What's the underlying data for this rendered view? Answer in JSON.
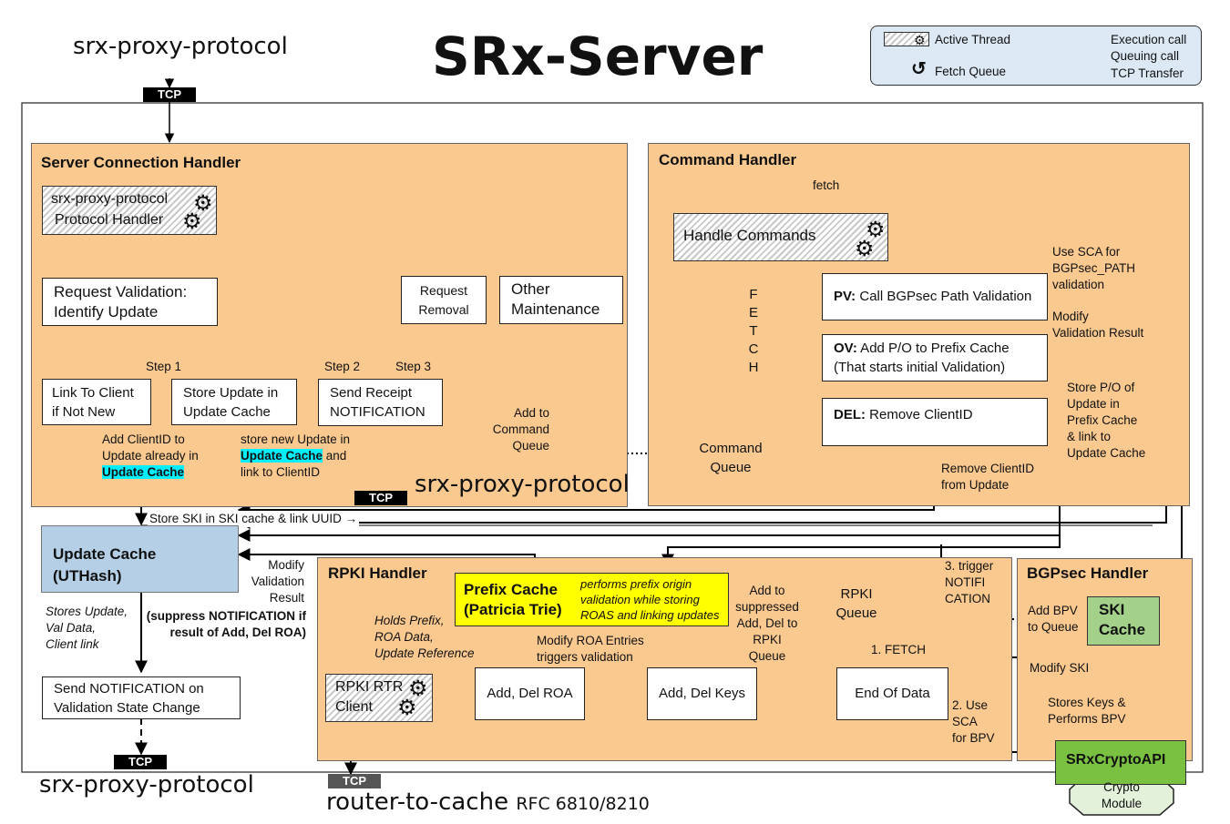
{
  "header": {
    "title": "SRx-Server",
    "top_protocol": "srx-proxy-protocol",
    "top_tcp": "TCP"
  },
  "legend": {
    "active_thread": "Active Thread",
    "fetch_queue": "Fetch Queue",
    "execution_call": "Execution call",
    "queuing_call": "Queuing call",
    "tcp_transfer": "TCP Transfer"
  },
  "server_connection_handler": {
    "title": "Server Connection Handler",
    "protocol_handler_line1": "srx-proxy-protocol",
    "protocol_handler_line2": "Protocol Handler",
    "request_validation_line1": "Request Validation:",
    "request_validation_line2": "Identify Update",
    "request_removal_line1": "Request",
    "request_removal_line2": "Removal",
    "other_maintenance_line1": "Other",
    "other_maintenance_line2": "Maintenance",
    "step1": "Step 1",
    "step2": "Step 2",
    "step3": "Step 3",
    "link_client_line1": "Link To Client",
    "link_client_line2": "if Not New",
    "store_update_line1": "Store Update in",
    "store_update_line2": "Update Cache",
    "send_receipt_line1": "Send Receipt",
    "send_receipt_line2": "NOTIFICATION",
    "add_clientid_line1": "Add ClientID to",
    "add_clientid_line2": "Update already in",
    "add_clientid_highlight": "Update Cache",
    "store_new_line1": "store new Update in",
    "store_new_highlight": "Update Cache",
    "store_new_and": " and",
    "store_new_line3": "link to ClientID",
    "add_cmd_line1": "Add to",
    "add_cmd_line2": "Command",
    "add_cmd_line3": "Queue",
    "bottom_tcp": "TCP",
    "bottom_protocol": "srx-proxy-protocol"
  },
  "command_handler": {
    "title": "Command Handler",
    "fetch": "fetch",
    "handle_commands": "Handle Commands",
    "fetch_vertical": [
      "F",
      "E",
      "T",
      "C",
      "H"
    ],
    "command_queue_line1": "Command",
    "command_queue_line2": "Queue",
    "pv_bold": "PV:",
    "pv_text": " Call BGPsec Path Validation",
    "ov_bold": "OV:",
    "ov_text": " Add P/O to Prefix Cache",
    "ov_line2": "(That starts initial Validation)",
    "del_bold": "DEL:",
    "del_text": " Remove ClientID",
    "use_sca_line1": "Use SCA for",
    "use_sca_line2": "BGPsec_PATH",
    "use_sca_line3": "validation",
    "modify_vr_line1": "Modify",
    "modify_vr_line2": "Validation Result",
    "store_po_line1": "Store P/O of",
    "store_po_line2": "Update in",
    "store_po_line3": "Prefix Cache",
    "store_po_line4": "& link to",
    "store_po_line5": "Update Cache",
    "remove_cid_line1": "Remove ClientID",
    "remove_cid_line2": "from Update"
  },
  "ski_link": "Store SKI in SKI cache & link UUID →",
  "update_cache": {
    "title_line1": "Update Cache",
    "title_line2": "(UTHash)",
    "stores_line1": "Stores Update,",
    "stores_line2": "Val Data,",
    "stores_line3": "Client link",
    "modify_line1": "Modify",
    "modify_line2": "Validation",
    "modify_line3": "Result",
    "suppress_line1": "(suppress NOTIFICATION if",
    "suppress_line2": "result of Add, Del ROA)",
    "send_notif_line1": "Send NOTIFICATION on",
    "send_notif_line2": "Validation State Change",
    "tcp": "TCP",
    "protocol": "srx-proxy-protocol"
  },
  "rpki_handler": {
    "title": "RPKI Handler",
    "prefix_cache_line1": "Prefix Cache",
    "prefix_cache_line2": "(Patricia Trie)",
    "prefix_note_line1": "performs prefix origin",
    "prefix_note_line2": "validation while storing",
    "prefix_note_line3": "ROAS and linking updates",
    "holds_line1": "Holds Prefix,",
    "holds_line2": "ROA Data,",
    "holds_line3": "Update Reference",
    "add_to_line1": "Add to",
    "add_to_line2": "suppressed",
    "add_to_line3": "Add, Del to",
    "add_to_line4": "RPKI Queue",
    "rpki_queue_line1": "RPKI",
    "rpki_queue_line2": "Queue",
    "modify_roa_line1": "Modify ROA Entries",
    "modify_roa_line2": "triggers validation",
    "rtr_client_line1": "RPKI RTR",
    "rtr_client_line2": "Client",
    "add_del_roa": "Add, Del ROA",
    "add_del_keys": "Add, Del Keys",
    "end_of_data": "End Of Data",
    "fetch1": "1. FETCH",
    "use_sca_line1": "2. Use",
    "use_sca_line2": "SCA",
    "use_sca_line3": "for BPV",
    "trigger_line1": "3. trigger",
    "trigger_line2": "NOTIFI",
    "trigger_line3": "CATION",
    "tcp": "TCP",
    "router_to_cache": "router-to-cache",
    "rfc": "RFC 6810/8210"
  },
  "bgpsec_handler": {
    "title": "BGPsec Handler",
    "add_bpv_line1": "Add BPV",
    "add_bpv_line2": "to Queue",
    "ski_cache_line1": "SKI",
    "ski_cache_line2": "Cache",
    "modify_ski": "Modify SKI",
    "stores_keys_line1": "Stores Keys &",
    "stores_keys_line2": "Performs BPV",
    "srx_crypto_api": "SRxCryptoAPI",
    "crypto_line1": "Crypto",
    "crypto_line2": "Module"
  },
  "colors": {
    "handler_fill": "#fac990",
    "update_cache_fill": "#b5d0e6",
    "prefix_cache_fill": "#ffff00",
    "ski_cache_fill": "#a3d18a",
    "srx_crypto_fill": "#7ac142",
    "crypto_module_fill": "#e4f1da",
    "highlight_cyan": "#00f0ff",
    "legend_fill": "#dce9f5"
  }
}
